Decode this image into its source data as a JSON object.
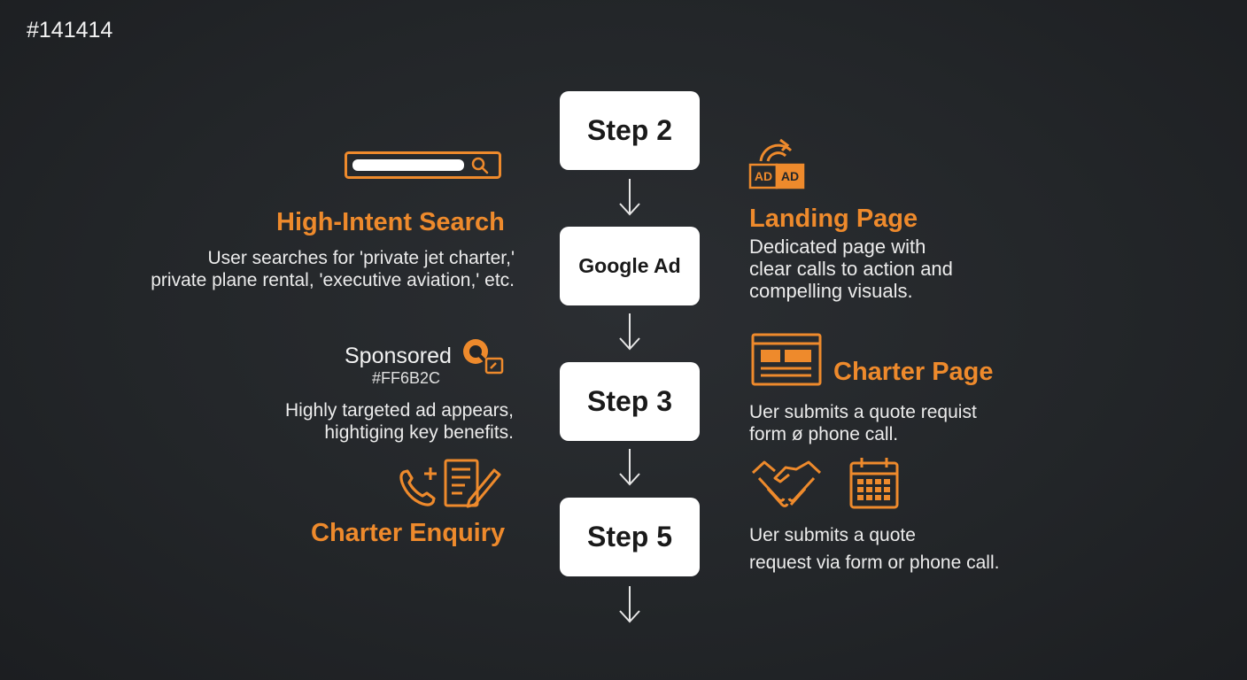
{
  "corner_label": "#141414",
  "steps": [
    {
      "label": "Step 2"
    },
    {
      "label": "Google Ad"
    },
    {
      "label": "Step 3"
    },
    {
      "label": "Step 5"
    }
  ],
  "left": {
    "search": {
      "title": "High-Intent Search",
      "lines": [
        "User searches for 'private jet charter,'",
        "private plane rental, 'executive aviation,' etc."
      ]
    },
    "sponsored": {
      "label": "Sponsored",
      "hex": "#FF6B2C",
      "lines": [
        "Highly targeted ad appears,",
        "hightiging key benefits."
      ]
    },
    "enquiry": {
      "title": "Charter Enquiry"
    }
  },
  "right": {
    "landing": {
      "ad_badges": [
        "AD",
        "AD"
      ],
      "title": "Landing Page",
      "lines": [
        "Dedicated page with",
        "clear calls to action and",
        "compelling visuals."
      ]
    },
    "charter": {
      "title": "Charter Page",
      "lines": [
        "Uer submits a quote requist",
        "form ø phone call."
      ]
    },
    "submit": {
      "lines": [
        "Uer submits a quote",
        "request via form or phone call."
      ]
    }
  },
  "colors": {
    "accent": "#ee8a2c",
    "background": "#232629",
    "box": "#ffffff"
  }
}
